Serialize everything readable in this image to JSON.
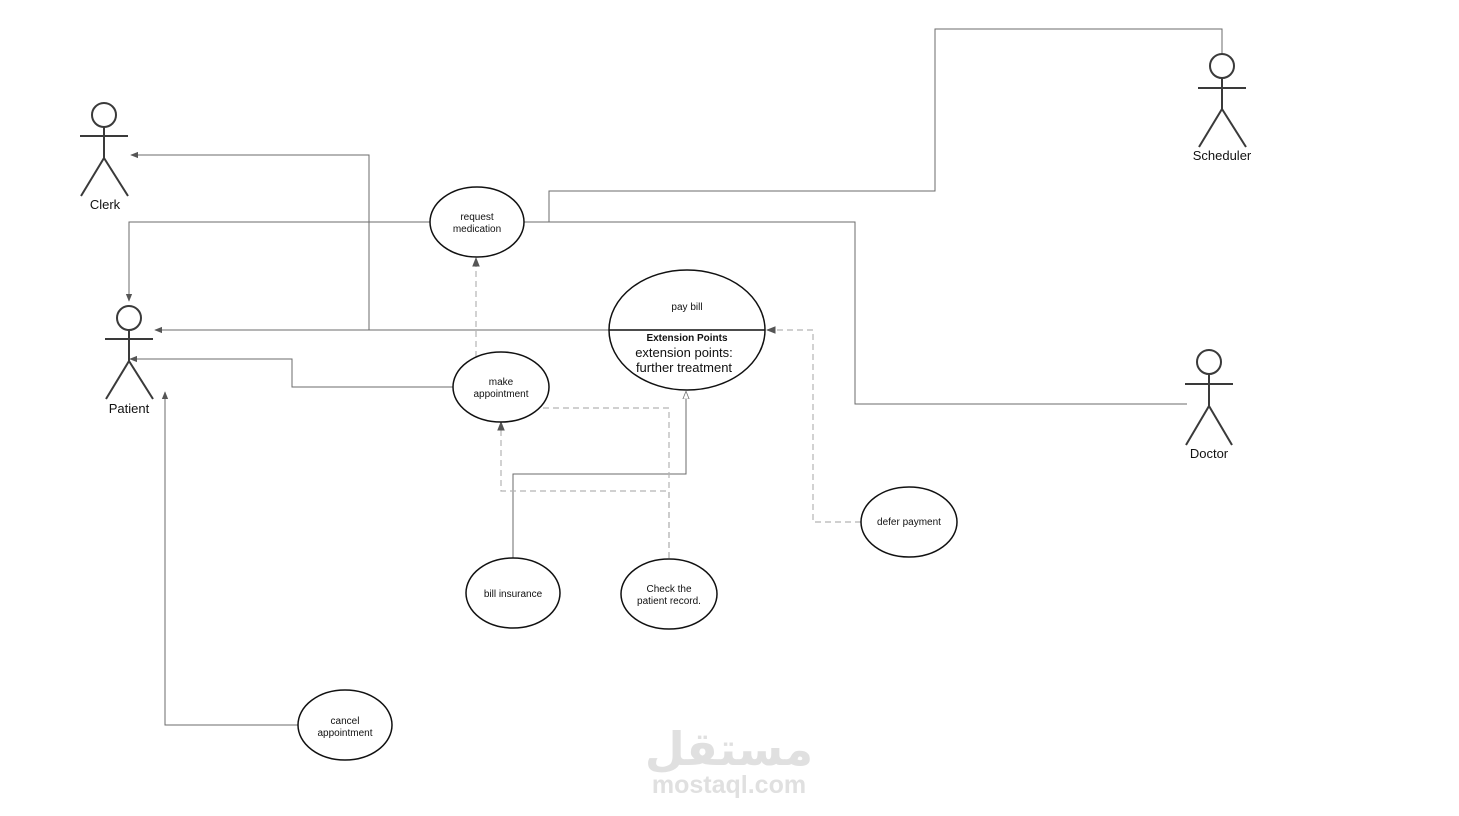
{
  "actors": {
    "clerk": "Clerk",
    "patient": "Patient",
    "scheduler": "Scheduler",
    "doctor": "Doctor"
  },
  "use_cases": {
    "request_medication": [
      "request",
      "medication"
    ],
    "pay_bill": {
      "name": "pay bill",
      "compartment_title": "Extension Points",
      "extension_points": [
        "extension points:",
        "further treatment"
      ]
    },
    "make_appointment": [
      "make",
      "appointment"
    ],
    "defer_payment": "defer payment",
    "bill_insurance": "bill insurance",
    "check_patient_record": [
      "Check the",
      "patient record."
    ],
    "cancel_appointment": [
      "cancel",
      "appointment"
    ]
  },
  "watermark": {
    "arabic": "مستقل",
    "latin": "mostaql.com"
  },
  "colors": {
    "edge": "#6b6b6b",
    "dashed_edge": "#b3b3b3",
    "outline": "#111111",
    "watermark": "#e0e0e0"
  }
}
